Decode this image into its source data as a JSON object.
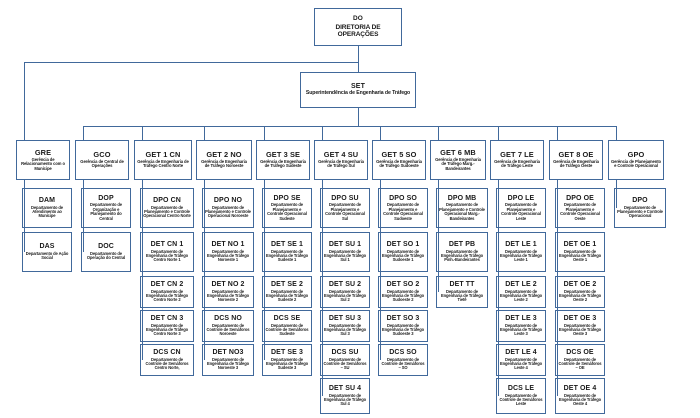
{
  "diagram": {
    "title": "Organograma - Diretoria de Operações",
    "line_color": "#41699b",
    "box_border_color": "#41699b",
    "box_fill_color": "#ffffff",
    "text_color": "#1a1a1a"
  },
  "root": {
    "code": "DO",
    "desc": "DIRETORIA DE OPERAÇÕES"
  },
  "set": {
    "code": "SET",
    "desc": "Superintendência de Engenharia de Tráfego"
  },
  "columns": [
    {
      "head": {
        "code": "GRE",
        "desc": "Gerência de Relacionamento com o Munícipe"
      },
      "children": [
        {
          "code": "DAM",
          "desc": "Departamento de Atendimento ao Munícipe"
        },
        {
          "code": "DAS",
          "desc": "Departamento de Ação Social"
        }
      ]
    },
    {
      "head": {
        "code": "GCO",
        "desc": "Gerência de Central de Operações"
      },
      "children": [
        {
          "code": "DOP",
          "desc": "Departamento de Organização e Planejamento do Central"
        },
        {
          "code": "DOC",
          "desc": "Departamento de Operação do Central"
        }
      ]
    },
    {
      "head": {
        "code": "GET 1 CN",
        "desc": "Gerência de Engenharia de Tráfego Centro Norte"
      },
      "children": [
        {
          "code": "DPO CN",
          "desc": "Departamento de Planejamento e Controle Operacional Centro Norte"
        },
        {
          "code": "DET CN 1",
          "desc": "Departamento de Engenharia de Tráfego Centro Norte 1"
        },
        {
          "code": "DET CN 2",
          "desc": "Departamento de Engenharia de Tráfego Centro Norte 2"
        },
        {
          "code": "DET CN 3",
          "desc": "Departamento de Engenharia de Tráfego Centro Norte 3"
        },
        {
          "code": "DCS CN",
          "desc": "Departamento de Controle de Semáforos Centro Norte,"
        }
      ]
    },
    {
      "head": {
        "code": "GET 2 NO",
        "desc": "Gerência de Engenharia de Tráfego Noroeste"
      },
      "children": [
        {
          "code": "DPO NO",
          "desc": "Departamento de Planejamento e Controle Operacional Noroeste"
        },
        {
          "code": "DET NO 1",
          "desc": "Departamento de Engenharia de Tráfego Noroeste 1"
        },
        {
          "code": "DET NO 2",
          "desc": "Departamento de Engenharia de Tráfego Noroeste 2"
        },
        {
          "code": "DCS NO",
          "desc": "Departamento de Controle de Semáforos Noroeste"
        },
        {
          "code": "DET NO3",
          "desc": "Departamento de Engenharia de Tráfego Noroeste 3"
        }
      ]
    },
    {
      "head": {
        "code": "GET 3 SE",
        "desc": "Gerência de Engenharia de Tráfego Sudeste"
      },
      "children": [
        {
          "code": "DPO SE",
          "desc": "Departamento de Planejamento e Controle Operacional Sudeste"
        },
        {
          "code": "DET SE 1",
          "desc": "Departamento de Engenharia de Tráfego Sudeste 1"
        },
        {
          "code": "DET  SE 2",
          "desc": "Departamento de Engenharia de Tráfego Sudeste 2"
        },
        {
          "code": "DCS SE",
          "desc": "Departamento de Controle de Semáforos Sudeste"
        },
        {
          "code": "DET SE 3",
          "desc": "Departamento de Engenharia de Tráfego Sudeste 3"
        }
      ]
    },
    {
      "head": {
        "code": "GET 4 SU",
        "desc": "Gerência de Engenharia de Tráfego Sul"
      },
      "children": [
        {
          "code": "DPO SU",
          "desc": "Departamento de Planejamento e Controle Operacional Sul"
        },
        {
          "code": "DET SU 1",
          "desc": "Departamento de Engenharia de Tráfego Sul 1"
        },
        {
          "code": "DET SU 2",
          "desc": "Departamento de Engenharia de Tráfego Sul 2"
        },
        {
          "code": "DET SU 3",
          "desc": "Departamento de Engenharia de Tráfego Sul 3"
        },
        {
          "code": "DCS SU",
          "desc": "Departamento de Controle de Semáforos – SU"
        },
        {
          "code": "DET SU 4",
          "desc": "Departamento de Engenharia de Tráfego Sul 4"
        }
      ]
    },
    {
      "head": {
        "code": "GET 5 SO",
        "desc": "Gerência de Engenharia de Tráfego Sudoeste"
      },
      "children": [
        {
          "code": "DPO SO",
          "desc": "Departamento de Planejamento e Controle Operacional Sudoeste"
        },
        {
          "code": "DET SO 1",
          "desc": "Departamento de Engenharia de Tráfego Sudoeste 1"
        },
        {
          "code": "DET SO 2",
          "desc": "Departamento de Engenharia de Tráfego Sudoeste 2"
        },
        {
          "code": "DET SO 3",
          "desc": "Departamento de Engenharia de Tráfego Sudoeste 3"
        },
        {
          "code": "DCS SO",
          "desc": "Departamento de Controle de Semáforos – SO"
        }
      ]
    },
    {
      "head": {
        "code": "GET 6 MB",
        "desc": "Gerência de Engenharia de Tráfego Marg.-Bandeirantes"
      },
      "children": [
        {
          "code": "DPO MB",
          "desc": "Departamento de Planejamento e Controle Operacional Marg.-Bandeirantes"
        },
        {
          "code": "DET PB",
          "desc": "Departamento de Engenharia de Tráfego Pinh.-Bandeirantes"
        },
        {
          "code": "DET TT",
          "desc": "Departamento de Engenharia de Tráfego Tietê"
        }
      ]
    },
    {
      "head": {
        "code": "GET 7 LE",
        "desc": "Gerência de Engenharia de Tráfego Leste"
      },
      "children": [
        {
          "code": "DPO LE",
          "desc": "Departamento de Planejamento e Controle Operacional Leste"
        },
        {
          "code": "DET LE 1",
          "desc": "Departamento de Engenharia de Tráfego Leste 1"
        },
        {
          "code": "DET LE 2",
          "desc": "Departamento de Engenharia de Tráfego Leste 2"
        },
        {
          "code": "DET LE 3",
          "desc": "Departamento de Engenharia de Tráfego Leste 3"
        },
        {
          "code": "DET LE 4",
          "desc": "Departamento de Engenharia de Tráfego Leste 4"
        },
        {
          "code": "DCS LE",
          "desc": "Departamento de Controle de Semáforos Leste"
        }
      ]
    },
    {
      "head": {
        "code": "GET 8 OE",
        "desc": "Gerência de Engenharia de Tráfego Oeste"
      },
      "children": [
        {
          "code": "DPO OE",
          "desc": "Departamento de Planejamento e Controle Operacional Oeste"
        },
        {
          "code": "DET OE 1",
          "desc": "Departamento de Engenharia de Tráfego Oeste 1"
        },
        {
          "code": "DET OE 2",
          "desc": "Departamento de Engenharia de Tráfego Oeste 2"
        },
        {
          "code": "DET OE 3",
          "desc": "Departamento de Engenharia de Tráfego Oeste 3"
        },
        {
          "code": "DCS OE",
          "desc": "Departamento de Controle de Semáforos – OE"
        },
        {
          "code": "DET OE 4",
          "desc": "Departamento de Engenharia de Tráfego Oeste 4"
        }
      ]
    },
    {
      "head": {
        "code": "GPO",
        "desc": "Gerência de Planejamento e Controle  Operacional"
      },
      "children": [
        {
          "code": "DPO",
          "desc": "Departamento de Planejamento e Controle Operacional"
        }
      ]
    }
  ]
}
